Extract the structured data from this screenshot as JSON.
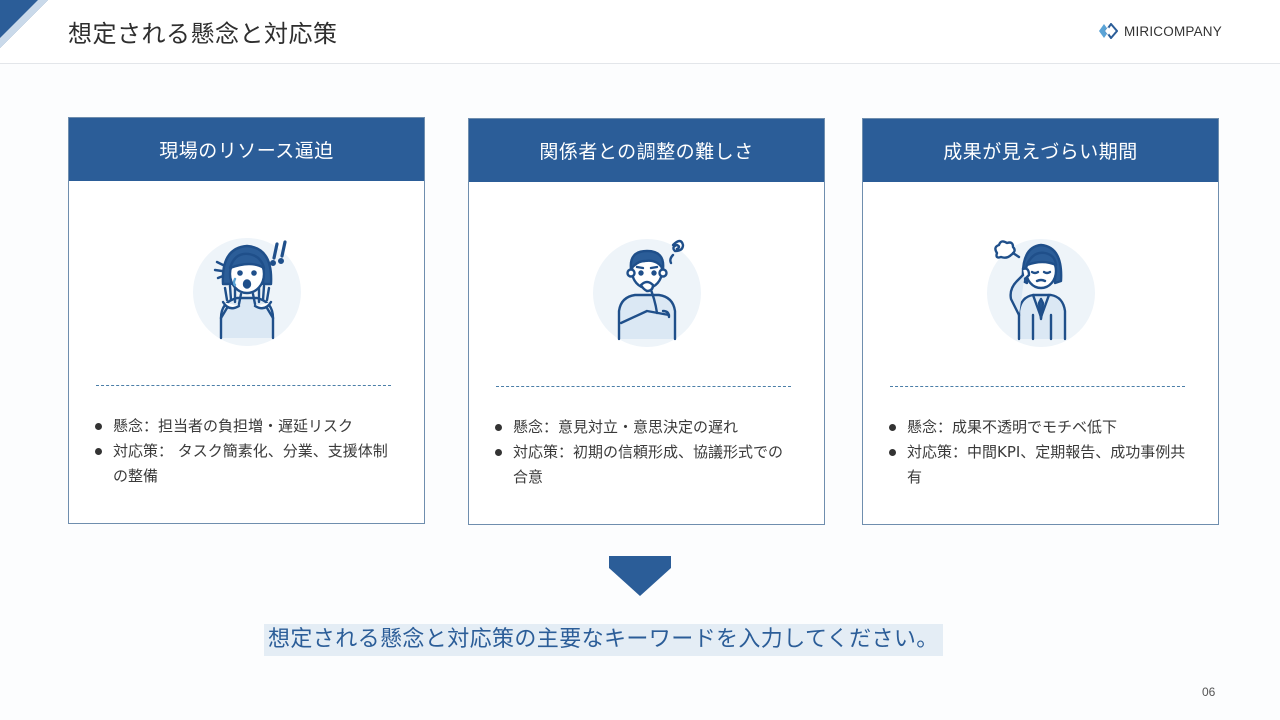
{
  "header": {
    "title": "想定される懸念と対応策",
    "logo_text": "MIRICOMPANY",
    "logo_icon": "diamond-logo-icon"
  },
  "colors": {
    "primary": "#2b5d98",
    "card_border": "#6f8eae",
    "cta_background": "#e4edf5",
    "illustration_fill": "#dbe8f4"
  },
  "cards": [
    {
      "title": "現場のリソース逼迫",
      "illustration": "surprised-woman-icon",
      "bullets": [
        "懸念：担当者の負担増・遅延リスク",
        "対応策： タスク簡素化、分業、支援体制の整備"
      ]
    },
    {
      "title": "関係者との調整の難しさ",
      "illustration": "thinking-man-icon",
      "bullets": [
        "懸念：意見対立・意思決定の遅れ",
        "対応策：初期の信頼形成、協議形式での合意"
      ]
    },
    {
      "title": "成果が見えづらい期間",
      "illustration": "tired-woman-icon",
      "bullets": [
        "懸念：成果不透明でモチベ低下",
        "対応策：中間KPI、定期報告、成功事例共有"
      ]
    }
  ],
  "arrow_icon": "arrow-down-icon",
  "cta_text": "想定される懸念と対応策の主要なキーワードを入力してください。",
  "page_number": "06"
}
